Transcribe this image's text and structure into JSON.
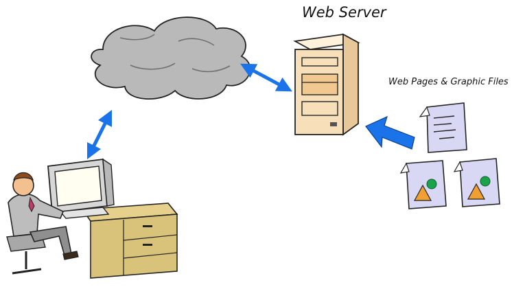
{
  "labels": {
    "server": "Web Server",
    "files": "Web Pages & Graphic Files"
  },
  "nodes": [
    {
      "id": "user-computer"
    },
    {
      "id": "internet-cloud"
    },
    {
      "id": "web-server"
    },
    {
      "id": "web-page-document"
    },
    {
      "id": "graphic-file-1"
    },
    {
      "id": "graphic-file-2"
    }
  ],
  "connections": [
    {
      "from": "user-computer",
      "to": "internet-cloud",
      "style": "double-arrow"
    },
    {
      "from": "internet-cloud",
      "to": "web-server",
      "style": "double-arrow"
    },
    {
      "from": "files",
      "to": "web-server",
      "style": "single-arrow"
    }
  ],
  "colors": {
    "arrow": "#1a73e8",
    "cloud": "#b9b9b9",
    "server": "#f6dfb9",
    "file": "#d8d8f4",
    "desk": "#d9c27a",
    "monitor": "#d7d7d7",
    "screen": "#fffef0",
    "shape_triangle": "#f0a033",
    "shape_circle": "#1aa34a"
  }
}
